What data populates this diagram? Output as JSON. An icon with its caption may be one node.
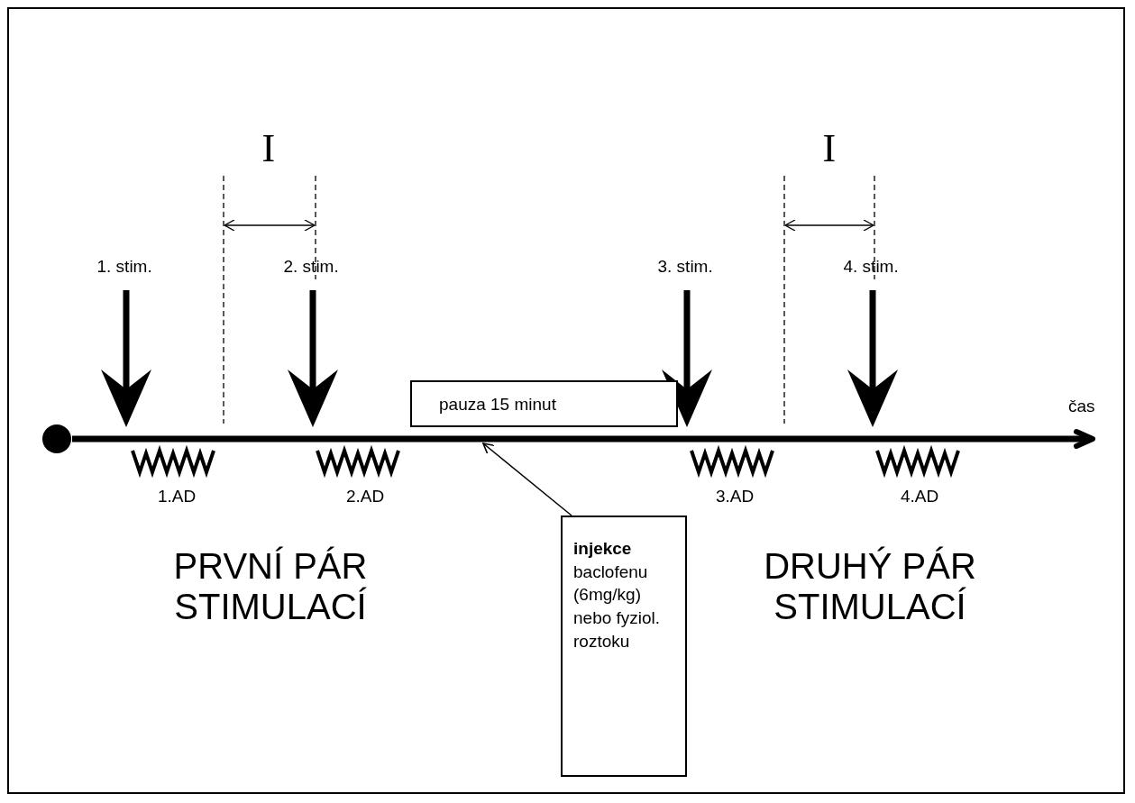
{
  "diagram": {
    "nodes": [
      {
        "text": [
          "pauza 15 minut"
        ]
      },
      {
        "text": [
          "**injekce** baclofenu (6mg/kg) nebo fyziol. roztoku"
        ]
      },
      {
        "text": [],
        "shape": "arrow",
        "beside": [
          "čas"
        ]
      }
    ],
    "edges": [
      {
        "from": 1,
        "to": 2,
        "arrow": "to"
      }
    ],
    "labels": [
      "I",
      "I",
      "1. stim.",
      "2. stim.",
      "3. stim.",
      "4. stim.",
      "1.AD",
      "2.AD",
      "3.AD",
      "4.AD",
      "PRVNÍ PÁR STIMULACÍ",
      "DRUHÝ PÁR STIMULACÍ"
    ]
  }
}
